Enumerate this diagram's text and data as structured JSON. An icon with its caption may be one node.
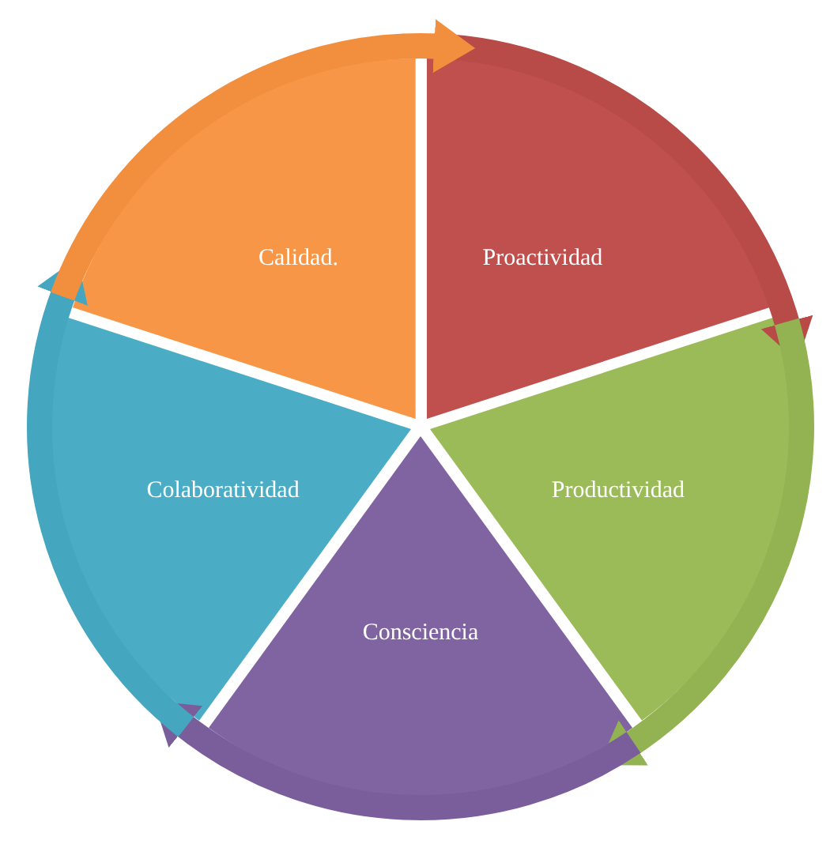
{
  "diagram": {
    "nodes": [
      {
        "text": [
          "Proactividad"
        ]
      },
      {
        "text": [
          "Productividad"
        ]
      },
      {
        "text": [
          "Consciencia"
        ]
      },
      {
        "text": [
          "Colaboratividad"
        ]
      },
      {
        "text": [
          "Calidad."
        ]
      }
    ],
    "edges": [
      {
        "from": 0,
        "to": 1,
        "arrow": "to",
        "color": "#b84a47"
      },
      {
        "from": 1,
        "to": 2,
        "arrow": "to",
        "color": "#93b352"
      },
      {
        "from": 2,
        "to": 3,
        "arrow": "to",
        "color": "#7a5e9c"
      },
      {
        "from": 3,
        "to": 4,
        "arrow": "to",
        "color": "#45a6bf"
      },
      {
        "from": 4,
        "to": 0,
        "arrow": "to",
        "color": "#f28f3e"
      }
    ]
  }
}
